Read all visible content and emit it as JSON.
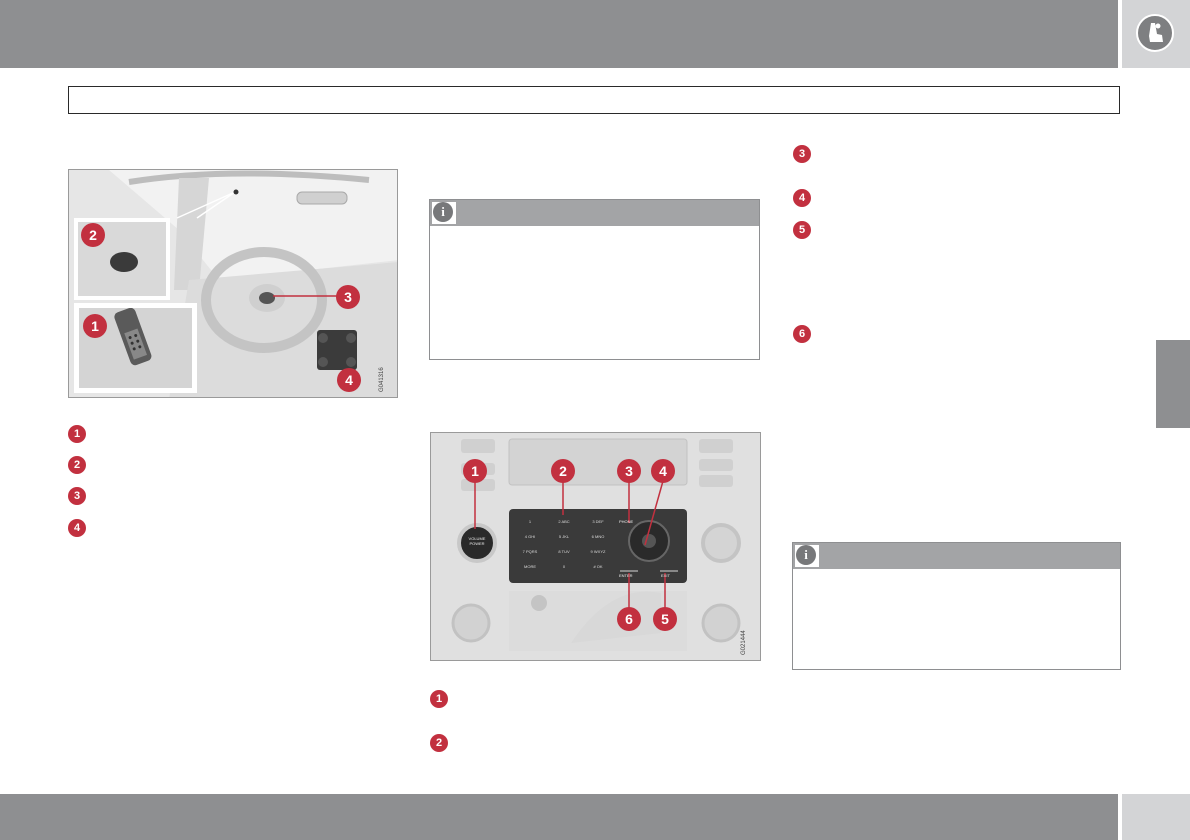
{
  "header": {
    "icon": "seat-icon"
  },
  "colors": {
    "band": "#8e8f91",
    "accent": "#c2303f",
    "light_box": "#d3d4d6"
  },
  "figure1": {
    "code": "G041316",
    "callouts": [
      "1",
      "2",
      "3",
      "4"
    ]
  },
  "figure2": {
    "code": "G021444",
    "callouts": [
      "1",
      "2",
      "3",
      "4",
      "6",
      "5"
    ],
    "labels": {
      "volume": "VOLUME",
      "power": "POWER",
      "phone": "PHONE",
      "enter": "ENTER",
      "exit": "EXIT"
    },
    "keys": [
      "1",
      "2 ABC",
      "3 DEF",
      "4 GHI",
      "5 JKL",
      "6 MNO",
      "7 PQRS",
      "8 TUV",
      "9 WXYZ",
      "MORE",
      "0",
      "# OK"
    ]
  },
  "list_left": [
    "1",
    "2",
    "3",
    "4"
  ],
  "list_middle": [
    "1",
    "2"
  ],
  "list_right": [
    "3",
    "4",
    "5",
    "6"
  ],
  "notes": [
    {
      "icon": "info-icon",
      "glyph": "i"
    },
    {
      "icon": "info-icon",
      "glyph": "i"
    }
  ]
}
